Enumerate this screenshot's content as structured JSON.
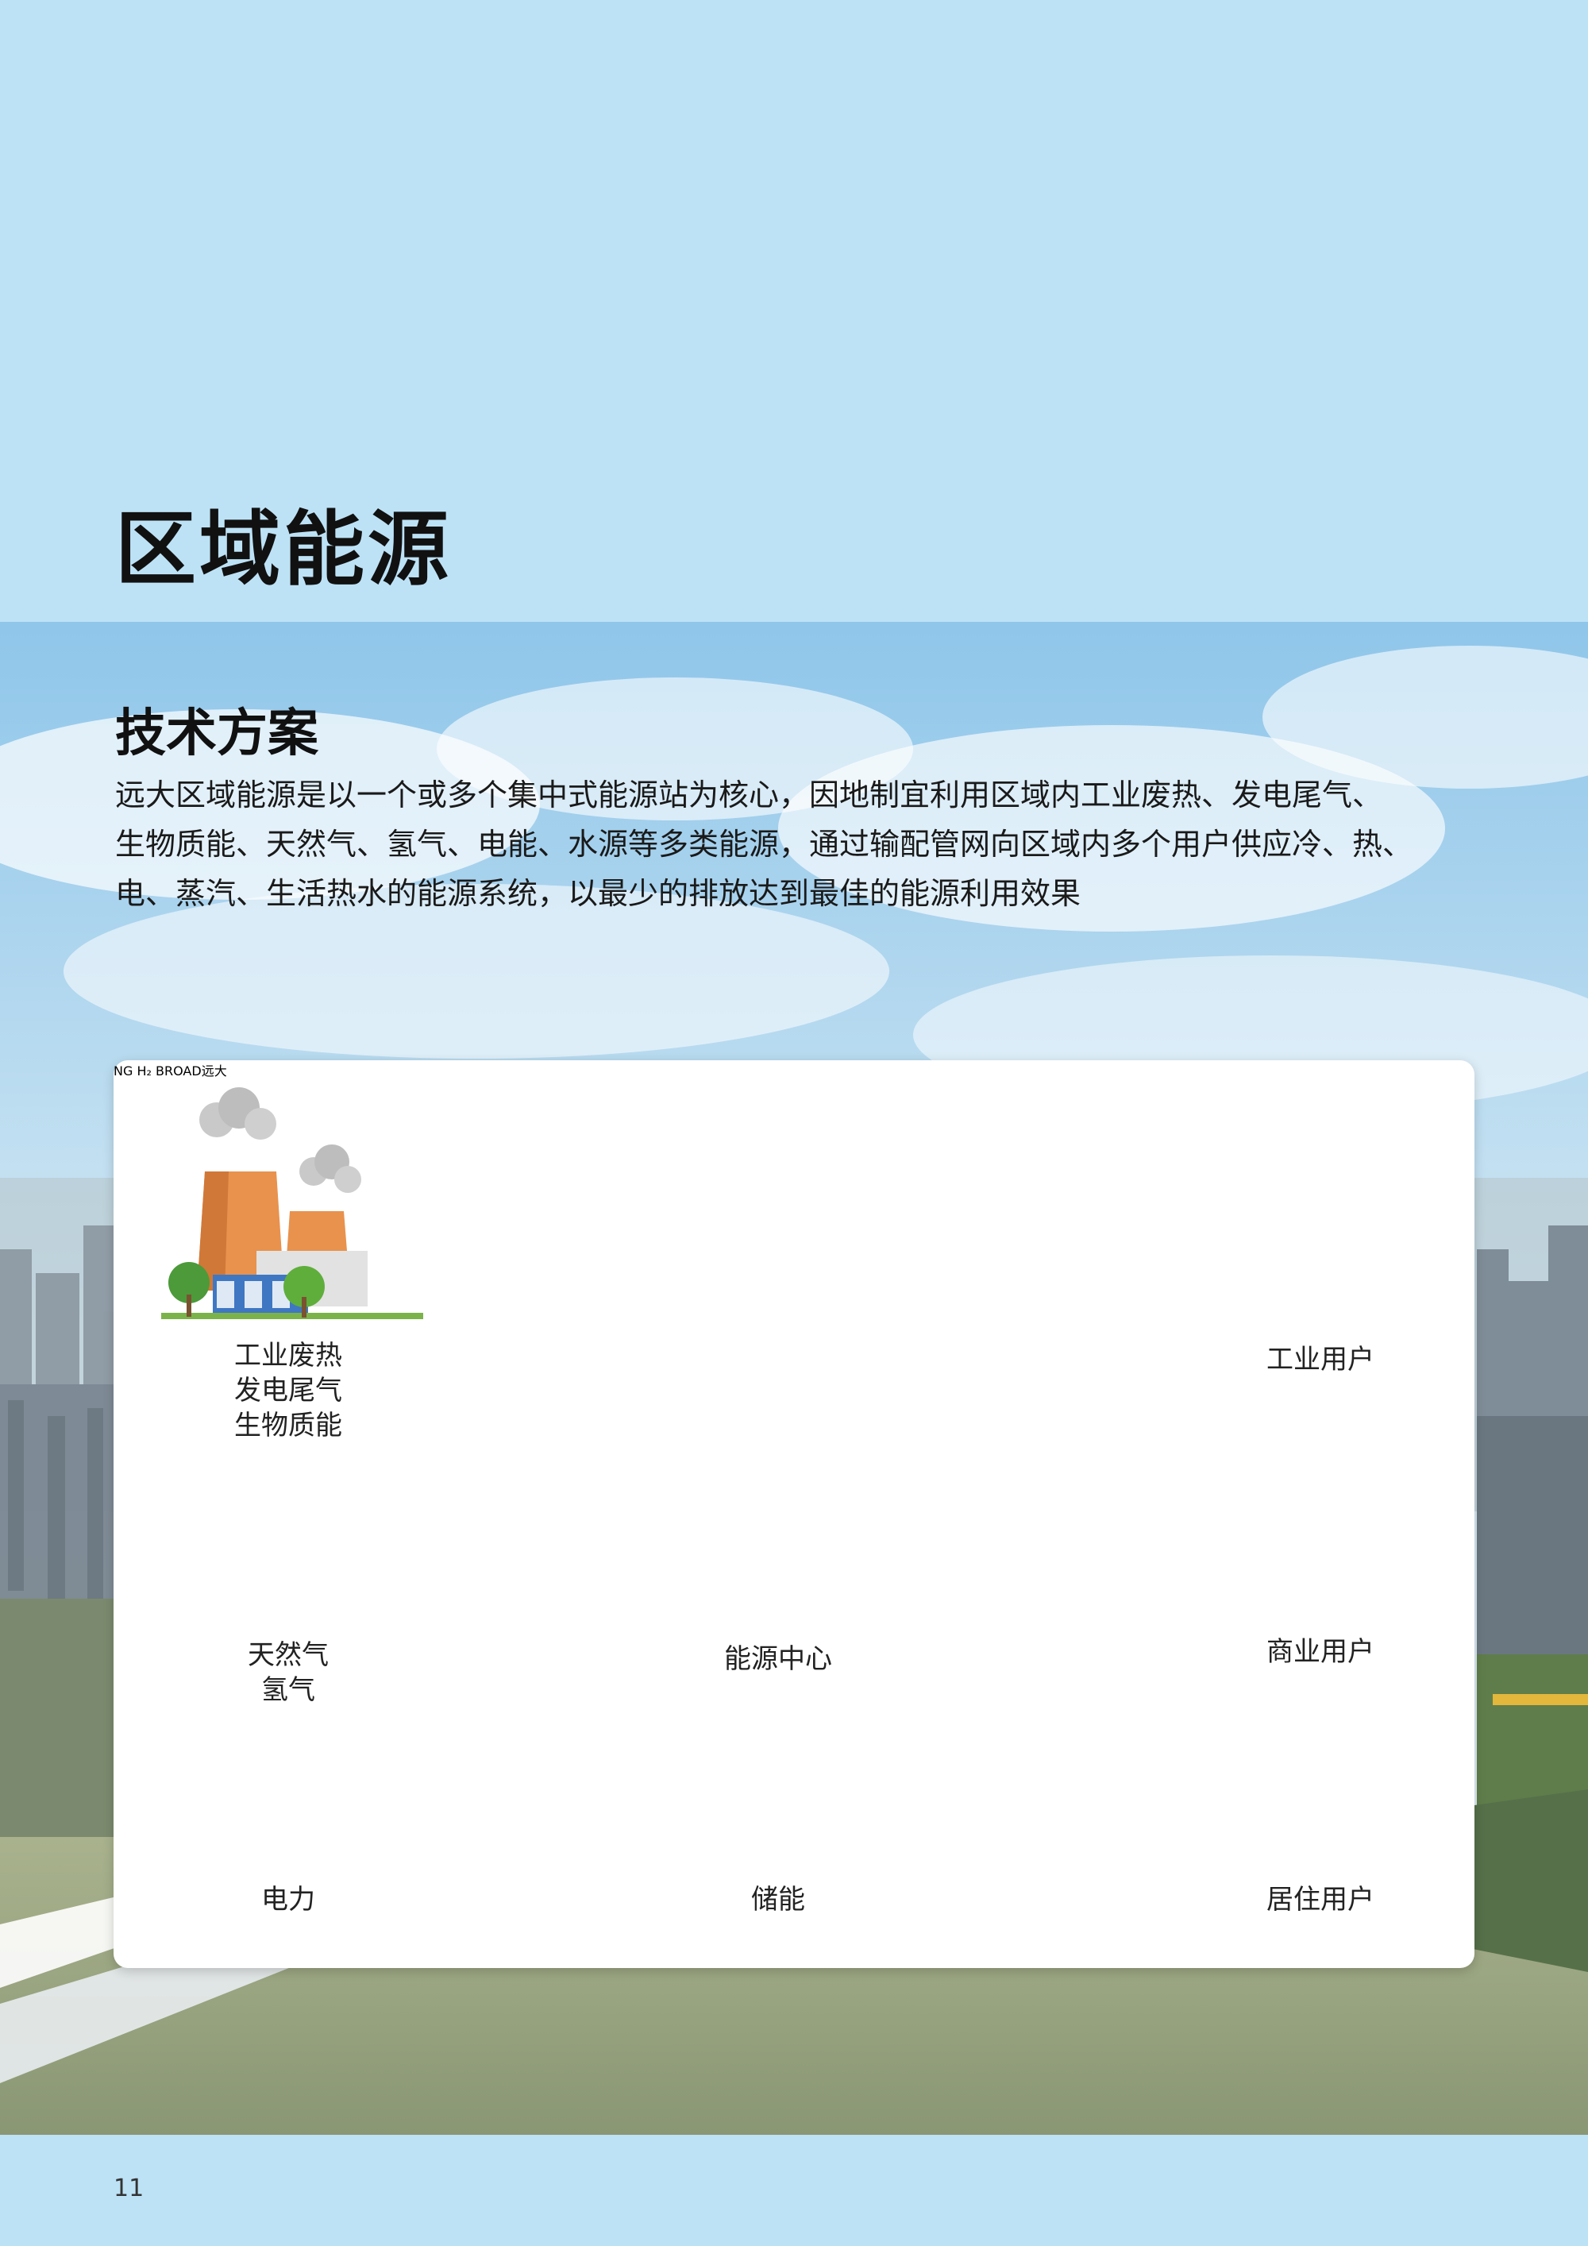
{
  "page": {
    "title": "区域能源",
    "page_number": "11"
  },
  "section": {
    "subtitle": "技术方案",
    "description_lines": [
      "远大区域能源是以一个或多个集中式能源站为核心，因地制宜利用区域内工业废热、发电尾气、",
      "生物质能、天然气、氢气、电能、水源等多类能源，通过输配管网向区域内多个用户供应冷、热、",
      "电、蒸汽、生活热水的能源系统，以最少的排放达到最佳的能源利用效果"
    ]
  },
  "diagram": {
    "sources": {
      "waste_heat": [
        "工业废热",
        "发电尾气",
        "生物质能"
      ],
      "gas": [
        "天然气",
        "氢气"
      ],
      "power": [
        "电力"
      ]
    },
    "center": "能源中心",
    "storage": "储能",
    "users": {
      "industrial": "工业用户",
      "commercial": "商业用户",
      "residential": "居住用户"
    },
    "machine_brand": "BROAD远大",
    "gas_tank_labels": {
      "ng": "NG",
      "h2": "H₂"
    }
  },
  "colors": {
    "background": "#bde2f6",
    "input_arrow": "#2a9d3a",
    "output_cold": "#1e9be0",
    "output_hot": "#f5b800",
    "house_outline": "#5cb8e8"
  }
}
